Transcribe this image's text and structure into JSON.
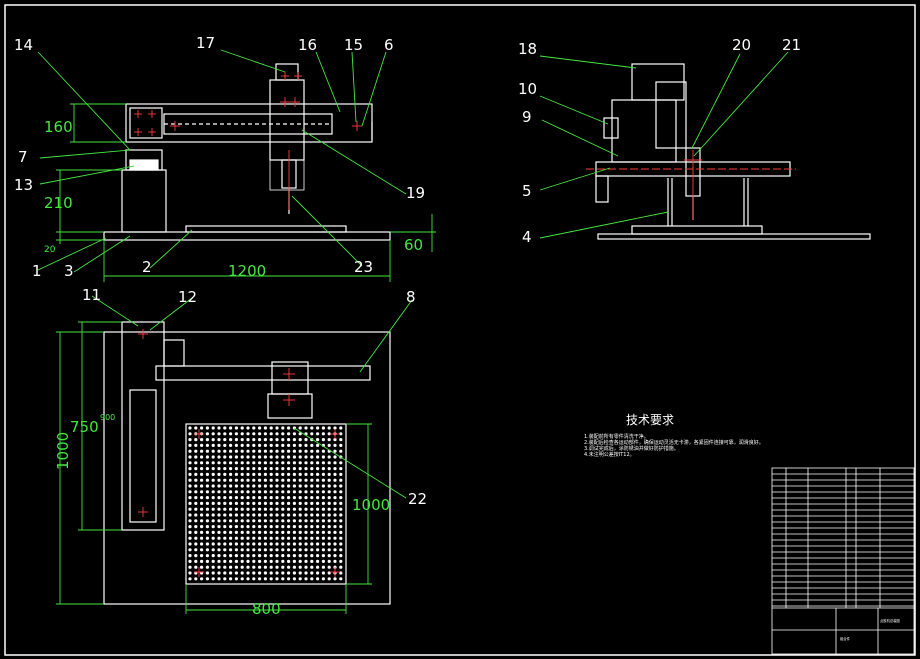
{
  "colors": {
    "background": "#000000",
    "lines": "#ffffff",
    "leader": "#43e83f",
    "dimension": "#43e83f",
    "centerline": "#ff3b3b"
  },
  "front_view": {
    "part_numbers": [
      "14",
      "17",
      "16",
      "15",
      "6",
      "7",
      "13",
      "1",
      "3",
      "2",
      "23",
      "19"
    ],
    "dimensions": {
      "d160": "160",
      "d210": "210",
      "d20": "20",
      "d1200": "1200",
      "d60": "60"
    }
  },
  "side_view": {
    "part_numbers": [
      "18",
      "20",
      "21",
      "10",
      "9",
      "5",
      "4"
    ]
  },
  "top_view": {
    "part_numbers": [
      "11",
      "12",
      "8",
      "22"
    ],
    "dimensions": {
      "d750": "750",
      "d900": "900",
      "d1000_left": "1000",
      "d1000_right": "1000",
      "d800": "800"
    }
  },
  "tech_requirements": {
    "title": "技术要求",
    "lines": [
      "1.装配前所有零件清洗干净。",
      "2.装配后检查各运动部件，确保运动灵活无卡滞，各紧固件连接可靠，润滑良好。",
      "3.调试完成后，涂防锈油并做好防护措施。",
      "4.未注明公差按IT12。"
    ]
  },
  "title_block": {
    "drawing_name": "点胶机总装图",
    "material": "组合件"
  }
}
